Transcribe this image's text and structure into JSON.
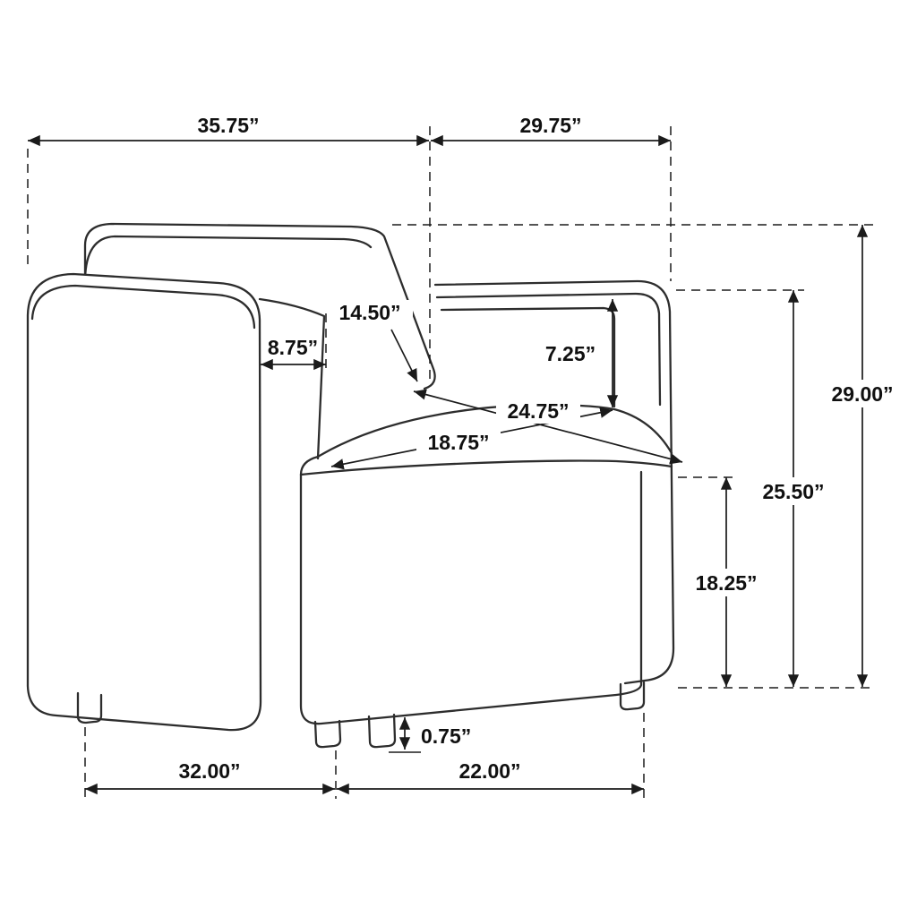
{
  "figure": {
    "subject": "armchair dimension line drawing",
    "units": "inches",
    "colors": {
      "line": "#2d2d2d",
      "dimension_line": "#1b1b1b",
      "text": "#101010",
      "background": "#ffffff"
    }
  },
  "dims": {
    "overall_width": "35.75”",
    "overall_depth": "29.75”",
    "back_diag": "14.50”",
    "arm_thickness": "8.75”",
    "arm_inner_height": "7.25”",
    "seat_diag": "24.75”",
    "seat_width": "18.75”",
    "overall_height": "29.00”",
    "arm_height": "25.50”",
    "front_height": "18.25”",
    "leg_height": "0.75”",
    "base_width": "32.00”",
    "base_depth": "22.00”"
  }
}
